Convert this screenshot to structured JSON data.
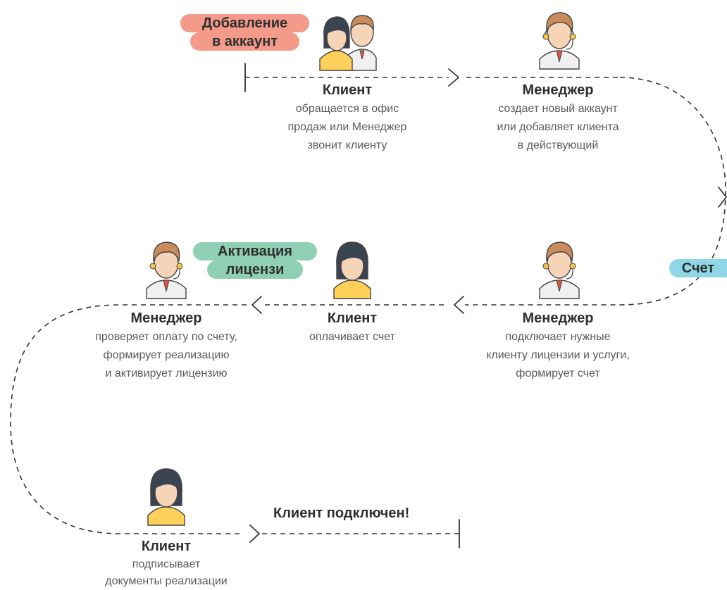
{
  "steps": [
    {
      "title": "Клиент",
      "desc": [
        "обращается в офис",
        "продаж или Менеджер",
        "звонит клиенту"
      ]
    },
    {
      "title": "Менеджер",
      "desc": [
        "создает новый аккаунт",
        "или добавляет клиента",
        "в действующий"
      ]
    },
    {
      "title": "Менеджер",
      "desc": [
        "подключает нужные",
        "клиенту лицензии и услуги,",
        "формирует счет"
      ]
    },
    {
      "title": "Клиент",
      "desc": [
        "оплачивает счет"
      ]
    },
    {
      "title": "Менеджер",
      "desc": [
        "проверяет оплату по счету,",
        "формирует реализацию",
        "и активирует лицензию"
      ]
    },
    {
      "title": "Клиент",
      "desc": [
        "подписывает",
        "документы реализации"
      ]
    }
  ],
  "tags": {
    "add_account": [
      "Добавление",
      "в аккаунт"
    ],
    "invoice": "Счет",
    "activation": [
      "Активация",
      "лицензи"
    ]
  },
  "final": "Клиент подключен!",
  "colors": {
    "tag_red": "#f39a8b",
    "tag_blue": "#8fd6e6",
    "tag_green": "#8fd0b4",
    "line": "#333333",
    "hair_dark": "#3a4450",
    "hair_brown": "#c98b5a",
    "skin": "#f6d4b8",
    "shirt_yellow": "#ffd15a",
    "tie_red": "#e2533d",
    "headset": "#f5c64a"
  },
  "icons": [
    "woman-client-icon",
    "male-manager-icon",
    "headset-icon"
  ]
}
